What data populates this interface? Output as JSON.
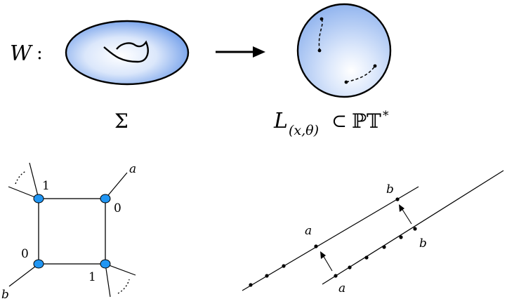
{
  "map": {
    "lhs_symbol": "W",
    "lhs_colon": ":",
    "source_label": "Σ",
    "target_label_main": "L",
    "target_label_sub": "(x,θ)",
    "target_label_subset": "⊂",
    "target_label_space": "ℙ𝕋",
    "target_label_star": "*"
  },
  "box_graph": {
    "vertex_labels": [
      "1",
      "0",
      "0",
      "1"
    ],
    "external_labels": [
      "a",
      "b"
    ]
  },
  "line_diagram": {
    "labels": [
      "b",
      "a",
      "b",
      "a"
    ]
  },
  "colors": {
    "blob_fill_dark": "#5b8fe6",
    "blob_fill_light": "#ffffff",
    "vertex_fill": "#2196f3"
  }
}
